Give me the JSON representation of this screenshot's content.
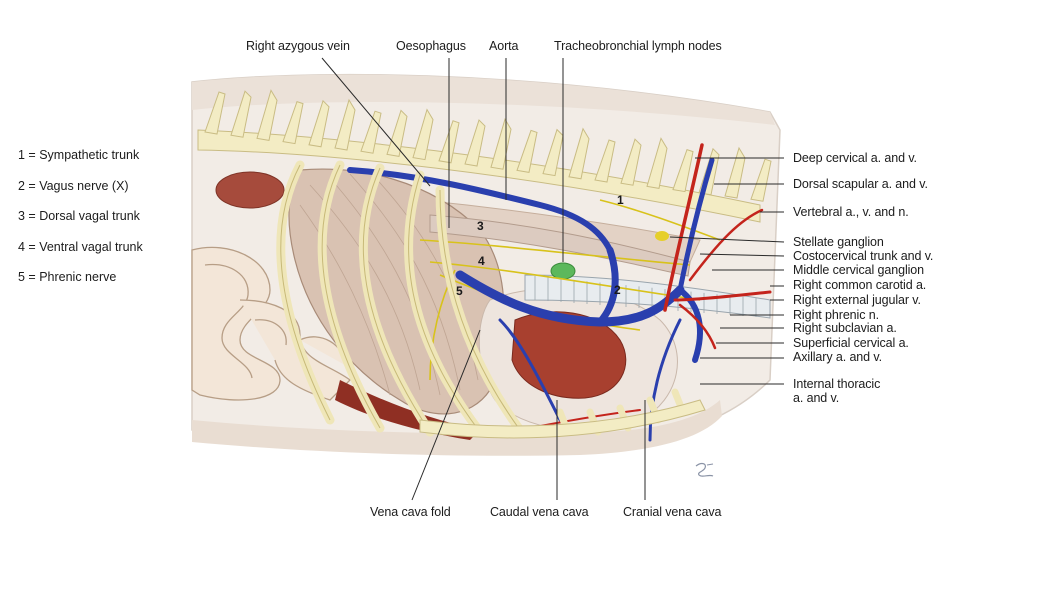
{
  "legend": [
    "1 = Sympathetic trunk",
    "2 = Vagus nerve (X)",
    "3 = Dorsal vagal trunk",
    "4 = Ventral vagal trunk",
    "5 = Phrenic nerve"
  ],
  "top_labels": {
    "right_azygous_vein": "Right azygous vein",
    "oesophagus": "Oesophagus",
    "aorta": "Aorta",
    "tracheobronchial_lymph_nodes": "Tracheobronchial lymph nodes"
  },
  "right_labels": {
    "deep_cervical": "Deep cervical a. and v.",
    "dorsal_scapular": "Dorsal scapular a. and v.",
    "vertebral": "Vertebral a., v. and n.",
    "stellate_ganglion": "Stellate ganglion",
    "costocervical_trunk": "Costocervical trunk and v.",
    "middle_cervical_ganglion": "Middle cervical ganglion",
    "right_common_carotid": "Right common carotid a.",
    "right_external_jugular": "Right external jugular v.",
    "right_phrenic": "Right phrenic n.",
    "right_subclavian": "Right subclavian a.",
    "superficial_cervical": "Superficial cervical a.",
    "axillary": "Axillary a. and v.",
    "internal_thoracic_line1": "Internal thoracic",
    "internal_thoracic_line2": "a. and v."
  },
  "bottom_labels": {
    "vena_cava_fold": "Vena cava fold",
    "caudal_vena_cava": "Caudal vena cava",
    "cranial_vena_cava": "Cranial vena cava"
  },
  "number_markers": [
    "1",
    "2",
    "3",
    "4",
    "5"
  ],
  "colors": {
    "vein": "#2a3fae",
    "artery": "#c4241c",
    "nerve": "#d8c21a",
    "bone": "#f3ecc4",
    "muscle": "#d7c3b6",
    "heart": "#a8402f",
    "lymph_node": "#5cb85c"
  }
}
